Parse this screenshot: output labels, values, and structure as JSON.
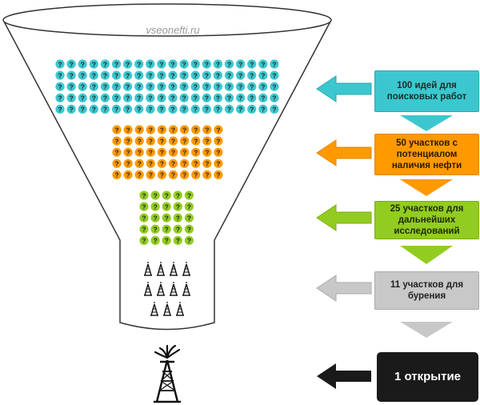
{
  "watermark": "vseonefti.ru",
  "question_mark": "?",
  "stages": [
    {
      "id": "ideas",
      "label": "100 идей для поисковых работ",
      "color": "#3cc7cf"
    },
    {
      "id": "potential",
      "label": "50 участков с потенциалом наличия нефти",
      "color": "#ff9900"
    },
    {
      "id": "research",
      "label": "25 участков для дальнейших исследований",
      "color": "#92cc21"
    },
    {
      "id": "drilling",
      "label": "11 участков для бурения",
      "color": "#c8c8c8"
    },
    {
      "id": "discovery",
      "label": "1 открытие",
      "color": "#1a1a1a"
    }
  ],
  "counts": {
    "ideas": 100,
    "potential": 50,
    "research": 25,
    "drilling": 11,
    "discovery": 1
  }
}
